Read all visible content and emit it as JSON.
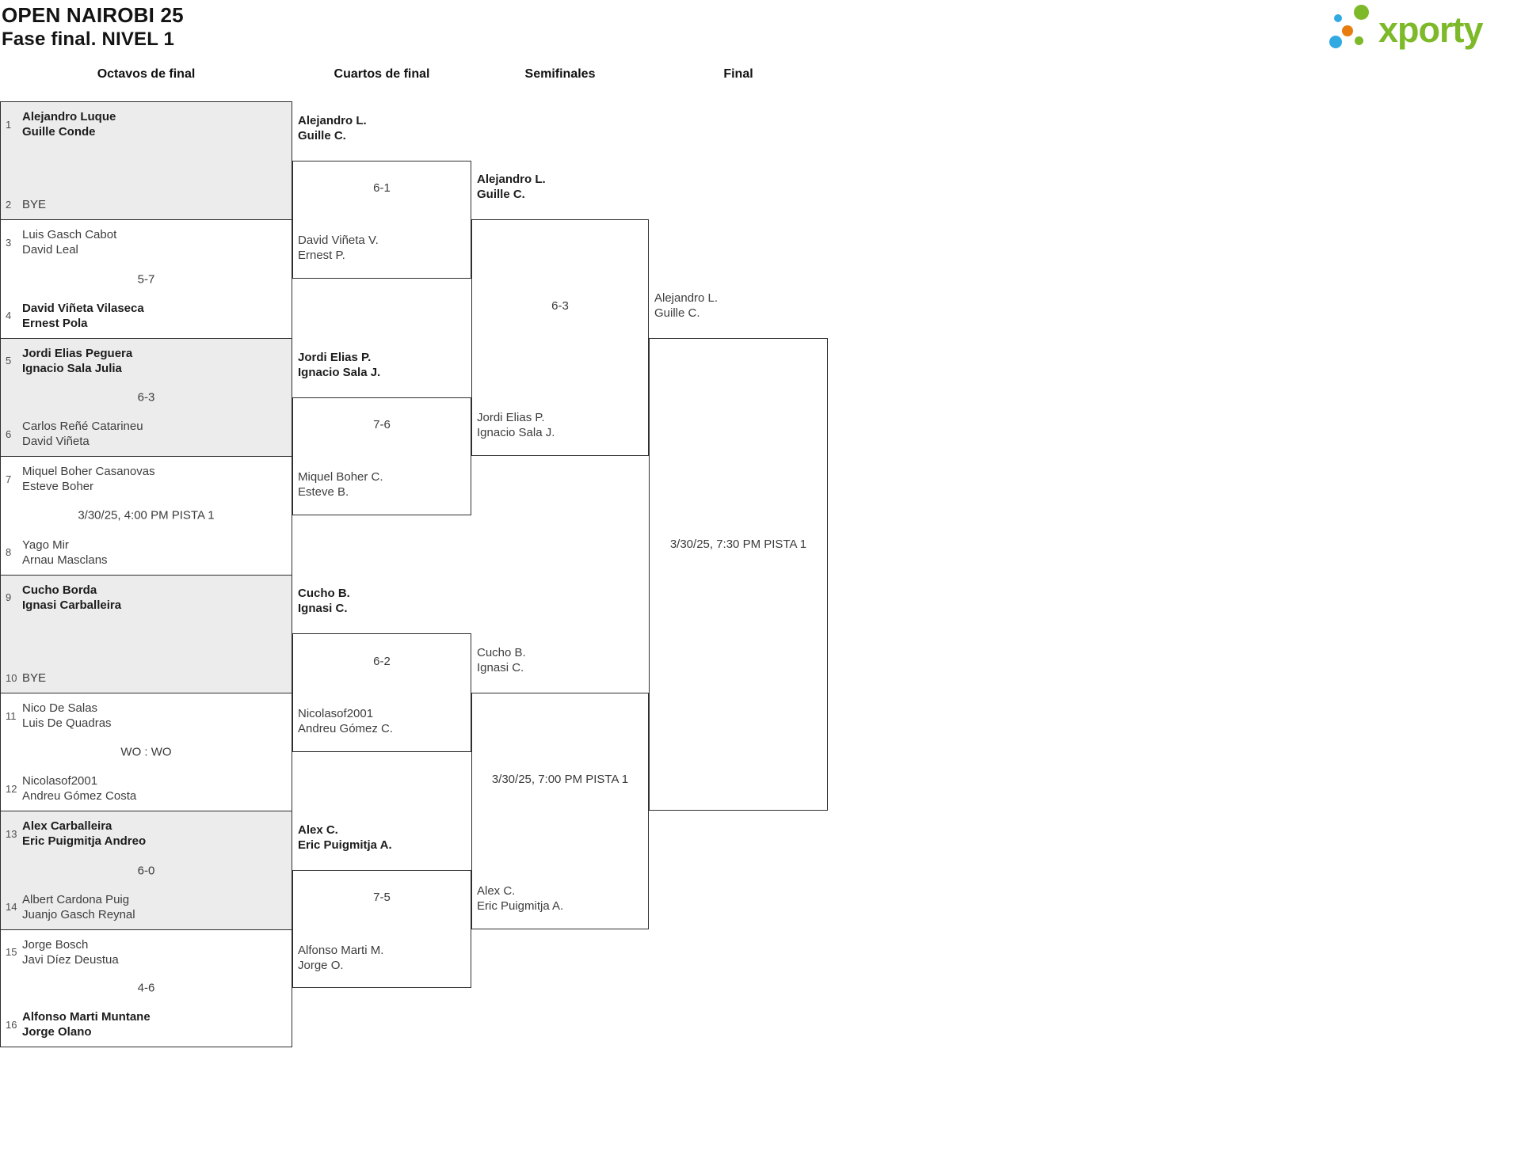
{
  "header": {
    "title": "OPEN NAIROBI 25",
    "subtitle": "Fase final. NIVEL 1"
  },
  "logo": {
    "text": "xporty",
    "green": "#7db928",
    "blue": "#31a9e1",
    "orange": "#e87c0f"
  },
  "round_headers": {
    "r16": "Octavos de final",
    "qf": "Cuartos de final",
    "sf": "Semifinales",
    "final": "Final"
  },
  "r16": {
    "matches": [
      {
        "seed_a": "1",
        "team_a": [
          "Alejandro Luque",
          "Guille Conde"
        ],
        "team_a_winner": true,
        "seed_b": "2",
        "team_b": [
          "BYE"
        ],
        "team_b_winner": false
      },
      {
        "seed_a": "3",
        "team_a": [
          "Luis Gasch Cabot",
          "David Leal"
        ],
        "team_a_winner": false,
        "seed_b": "4",
        "team_b": [
          "David Viñeta Vilaseca",
          "Ernest Pola"
        ],
        "team_b_winner": true,
        "score": "5-7"
      },
      {
        "seed_a": "5",
        "team_a": [
          "Jordi Elias Peguera",
          "Ignacio Sala Julia"
        ],
        "team_a_winner": true,
        "seed_b": "6",
        "team_b": [
          "Carlos Reñé Catarineu",
          "David Viñeta"
        ],
        "team_b_winner": false,
        "score": "6-3"
      },
      {
        "seed_a": "7",
        "team_a": [
          "Miquel Boher Casanovas",
          "Esteve Boher"
        ],
        "team_a_winner": false,
        "seed_b": "8",
        "team_b": [
          "Yago Mir",
          "Arnau Masclans"
        ],
        "team_b_winner": false,
        "score": "3/30/25, 4:00 PM PISTA 1"
      },
      {
        "seed_a": "9",
        "team_a": [
          "Cucho Borda",
          "Ignasi Carballeira"
        ],
        "team_a_winner": true,
        "seed_b": "10",
        "team_b": [
          "BYE"
        ],
        "team_b_winner": false
      },
      {
        "seed_a": "11",
        "team_a": [
          "Nico De Salas",
          "Luis De Quadras"
        ],
        "team_a_winner": false,
        "seed_b": "12",
        "team_b": [
          "Nicolasof2001",
          "Andreu Gómez Costa"
        ],
        "team_b_winner": false,
        "score": "WO : WO"
      },
      {
        "seed_a": "13",
        "team_a": [
          "Alex Carballeira",
          "Eric Puigmitja Andreo"
        ],
        "team_a_winner": true,
        "seed_b": "14",
        "team_b": [
          "Albert Cardona Puig",
          "Juanjo Gasch Reynal"
        ],
        "team_b_winner": false,
        "score": "6-0"
      },
      {
        "seed_a": "15",
        "team_a": [
          "Jorge Bosch",
          "Javi Díez Deustua"
        ],
        "team_a_winner": false,
        "seed_b": "16",
        "team_b": [
          "Alfonso Marti Muntane",
          "Jorge Olano"
        ],
        "team_b_winner": true,
        "score": "4-6"
      }
    ]
  },
  "qf": {
    "matches": [
      {
        "p1": [
          "Alejandro L.",
          "Guille C."
        ],
        "p1_winner": true,
        "p2": [
          "David Viñeta V.",
          "Ernest P."
        ],
        "p2_winner": false,
        "score": "6-1"
      },
      {
        "p1": [
          "Jordi Elias P.",
          "Ignacio Sala J."
        ],
        "p1_winner": true,
        "p2": [
          "Miquel Boher C.",
          "Esteve B."
        ],
        "p2_winner": false,
        "score": "7-6"
      },
      {
        "p1": [
          "Cucho B.",
          "Ignasi C."
        ],
        "p1_winner": true,
        "p2": [
          "Nicolasof2001",
          "Andreu Gómez C."
        ],
        "p2_winner": false,
        "score": "6-2"
      },
      {
        "p1": [
          "Alex C.",
          "Eric Puigmitja A."
        ],
        "p1_winner": true,
        "p2": [
          "Alfonso Marti M.",
          "Jorge O."
        ],
        "p2_winner": false,
        "score": "7-5"
      }
    ]
  },
  "sf": {
    "matches": [
      {
        "p1": [
          "Alejandro L.",
          "Guille C."
        ],
        "p1_winner": true,
        "p2": [
          "Jordi Elias P.",
          "Ignacio Sala J."
        ],
        "p2_winner": false,
        "score": "6-3"
      },
      {
        "p1": [
          "Cucho B.",
          "Ignasi C."
        ],
        "p1_winner": false,
        "p2": [
          "Alex C.",
          "Eric Puigmitja A."
        ],
        "p2_winner": false,
        "score": "3/30/25, 7:00 PM PISTA 1"
      }
    ]
  },
  "final": {
    "p1": [
      "Alejandro L.",
      "Guille C."
    ],
    "p1_winner": false,
    "score": "3/30/25, 7:30 PM PISTA 1"
  }
}
